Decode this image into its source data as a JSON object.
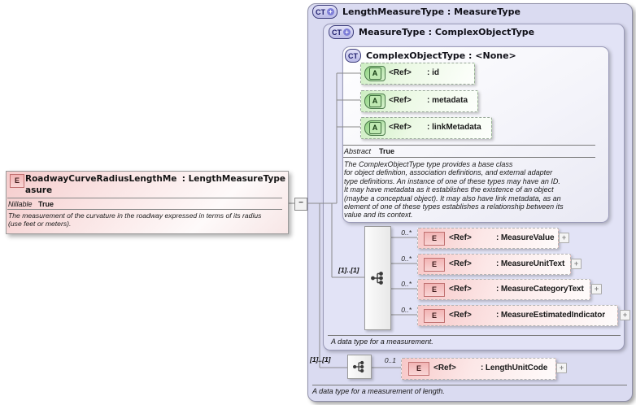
{
  "icons": {
    "plus_badge": "+",
    "collapse_toggle": "−",
    "expand": "+"
  },
  "colors": {
    "container_fill": "#dadbf1",
    "panel_fill": "#e2e3f6",
    "type_fill": "#f6f6fb",
    "element_fill": "#f9dcdc",
    "attribute_fill": "#dff3d8",
    "badge_ct": "#c4c4ec",
    "badge_e": "#f5c2c2",
    "badge_a": "#a8df9c"
  },
  "root_element": {
    "badge": "E",
    "name": "RoadwayCurveRadiusLengthMeasure",
    "type": ": LengthMeasureType",
    "prop_label": "Nillable",
    "prop_value": "True",
    "description": "The measurement of the curvature in the roadway expressed in terms of its radius\n(use feet or meters)."
  },
  "length_measure_type": {
    "badge": "CT",
    "title": "LengthMeasureType : MeasureType",
    "footer": "A data type for a measurement of length.",
    "occurrence": "[1]..[1]",
    "elements": [
      {
        "cardinality": "0..1",
        "badge": "E",
        "ref": "<Ref>",
        "name": ": LengthUnitCode"
      }
    ],
    "measure_type": {
      "badge": "CT",
      "title": "MeasureType : ComplexObjectType",
      "footer": "A data type for a measurement.",
      "occurrence": "[1]..[1]",
      "elements": [
        {
          "cardinality": "0..*",
          "badge": "E",
          "ref": "<Ref>",
          "name": ": MeasureValue"
        },
        {
          "cardinality": "0..*",
          "badge": "E",
          "ref": "<Ref>",
          "name": ": MeasureUnitText"
        },
        {
          "cardinality": "0..*",
          "badge": "E",
          "ref": "<Ref>",
          "name": ": MeasureCategoryText"
        },
        {
          "cardinality": "0..*",
          "badge": "E",
          "ref": "<Ref>",
          "name": ": MeasureEstimatedIndicator"
        }
      ],
      "complex_object_type": {
        "badge": "CT",
        "title": "ComplexObjectType : <None>",
        "prop_label": "Abstract",
        "prop_value": "True",
        "description": "The ComplexObjectType type provides a base class\nfor object definition, association definitions, and external adapter\ntype definitions. An instance of one of these types may have an ID.\nIt may have metadata as it establishes the existence of an object\n(maybe a conceptual object). It may also have link metadata, as an\nelement of one of these types establishes a relationship between its\nvalue and its context.",
        "attributes": [
          {
            "badge": "A",
            "ref": "<Ref>",
            "name": ": id"
          },
          {
            "badge": "A",
            "ref": "<Ref>",
            "name": ": metadata"
          },
          {
            "badge": "A",
            "ref": "<Ref>",
            "name": ": linkMetadata"
          }
        ]
      }
    }
  }
}
